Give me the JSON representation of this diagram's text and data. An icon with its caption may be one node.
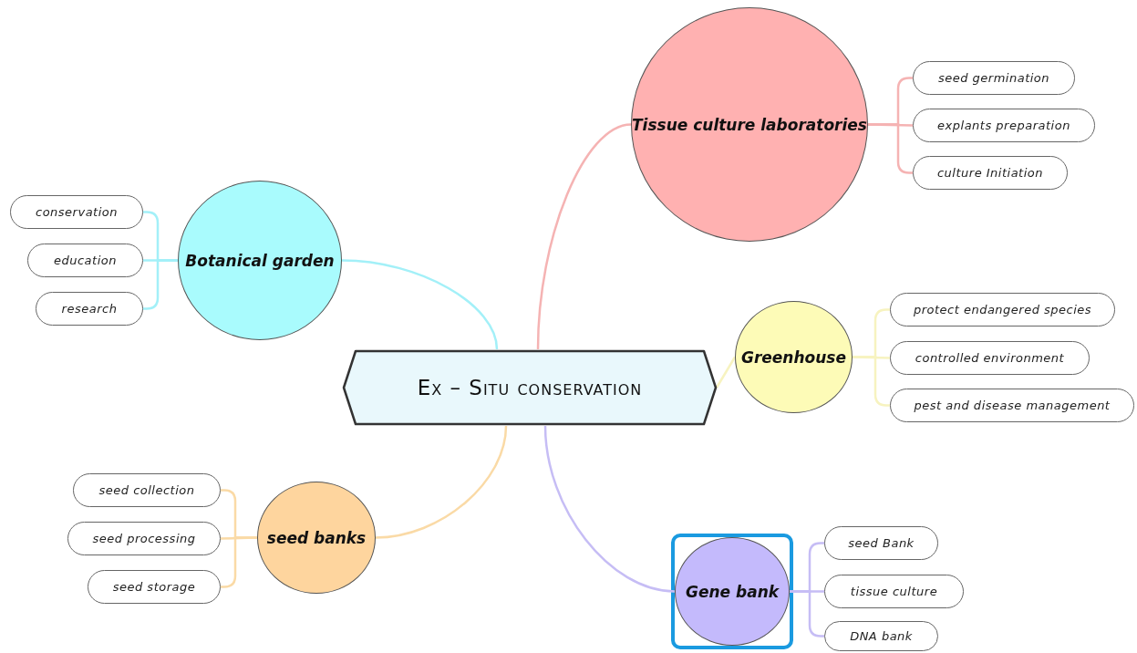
{
  "diagram": {
    "nodes": [
      {
        "text": [
          "Ex – Situ conservation"
        ]
      },
      {
        "text": [
          "Tissue culture laboratories"
        ]
      },
      {
        "text": [
          "seed germination"
        ]
      },
      {
        "text": [
          "explants preparation"
        ]
      },
      {
        "text": [
          "culture Initiation"
        ]
      },
      {
        "text": [
          "Botanical garden"
        ]
      },
      {
        "text": [
          "conservation"
        ]
      },
      {
        "text": [
          "education"
        ]
      },
      {
        "text": [
          "research"
        ]
      },
      {
        "text": [
          "Greenhouse"
        ]
      },
      {
        "text": [
          "protect endangered species"
        ]
      },
      {
        "text": [
          "controlled environment"
        ]
      },
      {
        "text": [
          "pest and disease management"
        ]
      },
      {
        "text": [
          "seed banks"
        ]
      },
      {
        "text": [
          "seed collection"
        ]
      },
      {
        "text": [
          "seed processing"
        ]
      },
      {
        "text": [
          "seed storage"
        ]
      },
      {
        "text": [
          "Gene bank"
        ]
      },
      {
        "text": [
          "seed Bank"
        ]
      },
      {
        "text": [
          "tissue culture"
        ]
      },
      {
        "text": [
          "DNA bank"
        ]
      }
    ],
    "edges": [
      {
        "from": 0,
        "to": 1,
        "arrow": "none",
        "color": "#f5b3b3"
      },
      {
        "from": 1,
        "to": 2,
        "arrow": "none",
        "color": "#f5b3b3"
      },
      {
        "from": 1,
        "to": 3,
        "arrow": "none",
        "color": "#f5b3b3"
      },
      {
        "from": 1,
        "to": 4,
        "arrow": "none",
        "color": "#f5b3b3"
      },
      {
        "from": 0,
        "to": 5,
        "arrow": "none",
        "color": "#a3f0f8"
      },
      {
        "from": 5,
        "to": 6,
        "arrow": "none",
        "color": "#a3f0f8"
      },
      {
        "from": 5,
        "to": 7,
        "arrow": "none",
        "color": "#a3f0f8"
      },
      {
        "from": 5,
        "to": 8,
        "arrow": "none",
        "color": "#a3f0f8"
      },
      {
        "from": 0,
        "to": 9,
        "arrow": "none",
        "color": "#f7f3c0"
      },
      {
        "from": 9,
        "to": 10,
        "arrow": "none",
        "color": "#f7f3c0"
      },
      {
        "from": 9,
        "to": 11,
        "arrow": "none",
        "color": "#f7f3c0"
      },
      {
        "from": 9,
        "to": 12,
        "arrow": "none",
        "color": "#f7f3c0"
      },
      {
        "from": 0,
        "to": 13,
        "arrow": "none",
        "color": "#fadaa6"
      },
      {
        "from": 13,
        "to": 14,
        "arrow": "none",
        "color": "#fadaa6"
      },
      {
        "from": 13,
        "to": 15,
        "arrow": "none",
        "color": "#fadaa6"
      },
      {
        "from": 13,
        "to": 16,
        "arrow": "none",
        "color": "#fadaa6"
      },
      {
        "from": 0,
        "to": 17,
        "arrow": "none",
        "color": "#c6bdf5"
      },
      {
        "from": 17,
        "to": 18,
        "arrow": "none",
        "color": "#c6bdf5"
      },
      {
        "from": 17,
        "to": 19,
        "arrow": "none",
        "color": "#c6bdf5"
      },
      {
        "from": 17,
        "to": 20,
        "arrow": "none",
        "color": "#c6bdf5"
      }
    ]
  }
}
